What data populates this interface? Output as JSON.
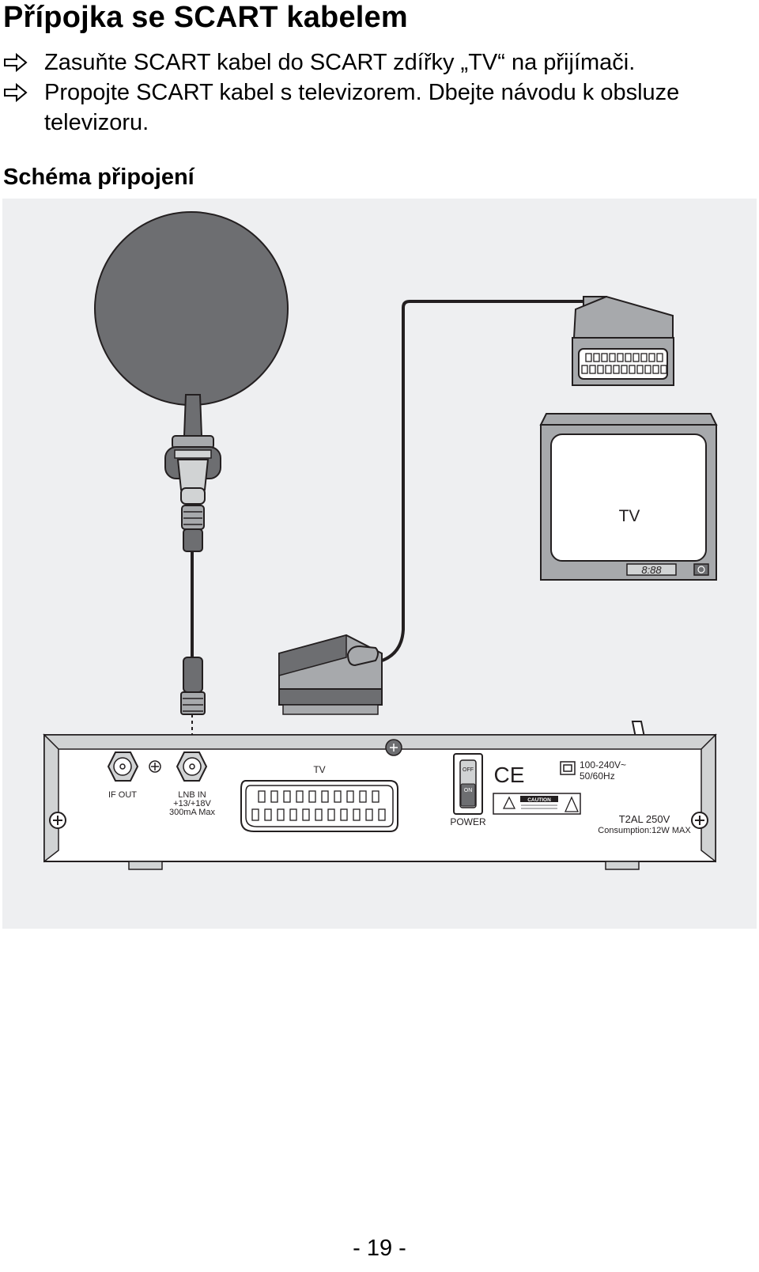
{
  "heading": "Přípojka se SCART kabelem",
  "steps": [
    {
      "icon": "hollow-arrow-icon",
      "text": "Zasuňte SCART kabel do SCART zdířky „TV“ na přijímači."
    },
    {
      "icon": "hollow-arrow-icon",
      "text": "Propojte SCART kabel s televizorem. Dbejte návodu k obsluze televizoru."
    }
  ],
  "diagram_title": "Schéma připojení",
  "diagram": {
    "tv_label": "TV",
    "tv_clock": "8:88",
    "receiver": {
      "if_out": "IF OUT",
      "lnb_in": "LNB IN",
      "lnb_voltage": "+13/+18V",
      "lnb_current": "300mA Max",
      "scart_label": "TV",
      "switch_off": "OFF",
      "switch_on": "ON",
      "power_label": "POWER",
      "ce_mark": "CE",
      "voltage": "100-240V~",
      "frequency": "50/60Hz",
      "caution": "CAUTION",
      "fuse": "T2AL 250V",
      "consumption": "Consumption:12W MAX"
    }
  },
  "page_number": "- 19 -",
  "colors": {
    "figure_background": "#eeeff1",
    "dark_gray": "#6d6e71",
    "mid_gray": "#a7a9ac",
    "light_gray": "#d1d3d4",
    "line": "#231f20"
  }
}
